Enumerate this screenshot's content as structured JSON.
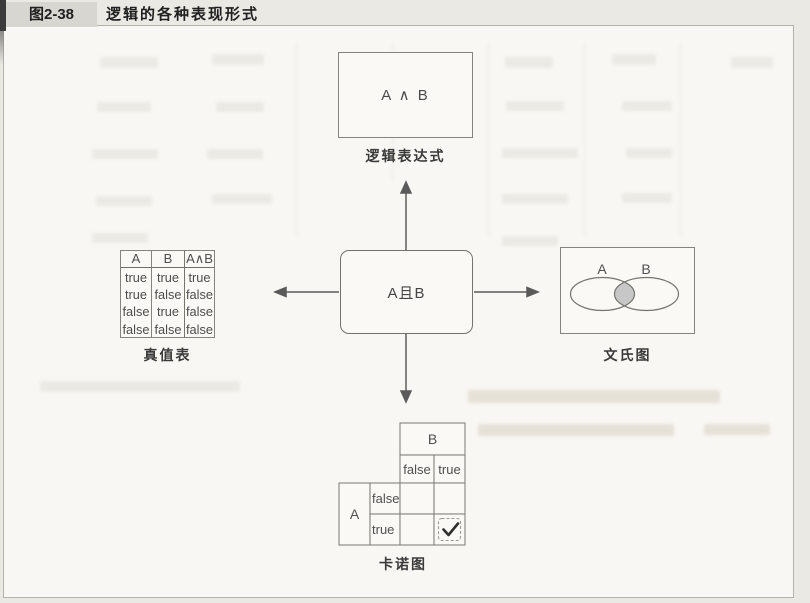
{
  "header": {
    "figure_no": "图2-38",
    "title": "逻辑的各种表现形式"
  },
  "center_node": {
    "label": "A且B"
  },
  "expression": {
    "formula": "A ∧ B",
    "caption": "逻辑表达式"
  },
  "truth_table": {
    "caption": "真值表",
    "headers": [
      "A",
      "B",
      "A∧B"
    ],
    "rows": [
      [
        "true",
        "true",
        "true"
      ],
      [
        "true",
        "false",
        "false"
      ],
      [
        "false",
        "true",
        "false"
      ],
      [
        "false",
        "false",
        "false"
      ]
    ]
  },
  "venn": {
    "caption": "文氏图",
    "set_a": "A",
    "set_b": "B",
    "intersection_color": "#c7c7c7"
  },
  "kmap": {
    "caption": "卡诺图",
    "b_label": "B",
    "a_label": "A",
    "col_headers": [
      "false",
      "true"
    ],
    "row_headers": [
      "false",
      "true"
    ],
    "check_mark": "✓"
  },
  "colors": {
    "accent_bar": "#3b3b3b",
    "header_band": "#d7d6d0",
    "paper": "#f8f7f3",
    "line": "#84847e"
  }
}
